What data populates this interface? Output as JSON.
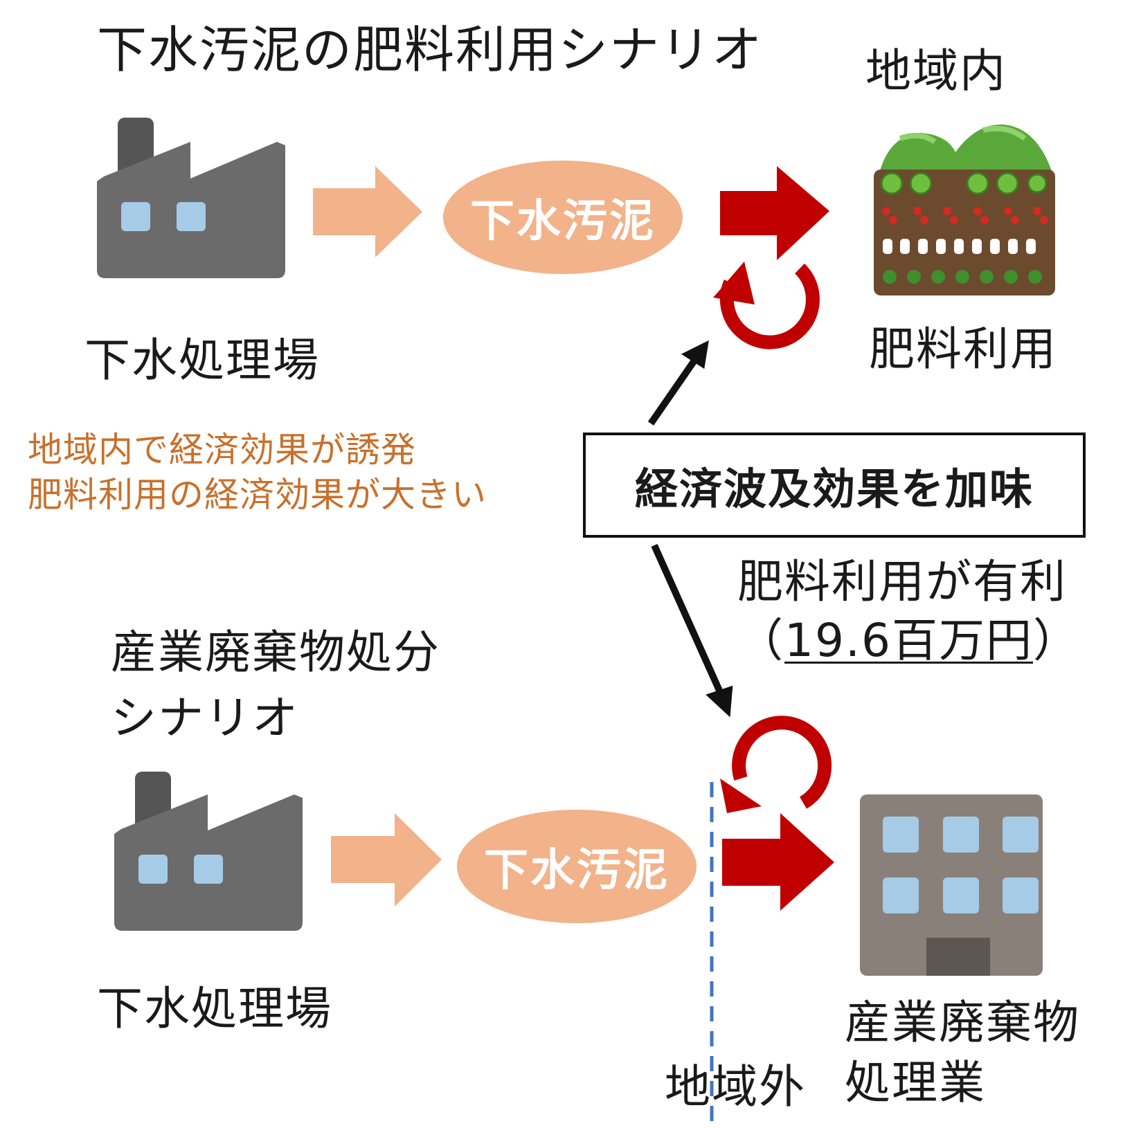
{
  "scenario1": {
    "title": "下水汚泥の肥料利用シナリオ",
    "region_label": "地域内",
    "plant_label": "下水処理場",
    "sludge_label": "下水汚泥",
    "destination_label": "肥料利用"
  },
  "annotation": {
    "line1": "地域内で経済効果が誘発",
    "line2": "肥料利用の経済効果が大きい"
  },
  "center_box": {
    "label": "経済波及効果を加味"
  },
  "result": {
    "line1": "肥料利用が有利",
    "open_paren": "（",
    "amount": "19.6百万円",
    "close_paren": "）"
  },
  "scenario2": {
    "title_line1": "産業廃棄物処分",
    "title_line2": "シナリオ",
    "plant_label": "下水処理場",
    "sludge_label": "下水汚泥",
    "destination_line1": "産業廃棄物",
    "destination_line2": "処理業",
    "region_label": "地域外"
  },
  "colors": {
    "factory": "#6b6b6b",
    "window": "#a6cbe6",
    "sludge": "#f2b28a",
    "flow_arrow": "#c00000",
    "annotation_text": "#c9702c",
    "boundary_line": "#4472c4"
  }
}
